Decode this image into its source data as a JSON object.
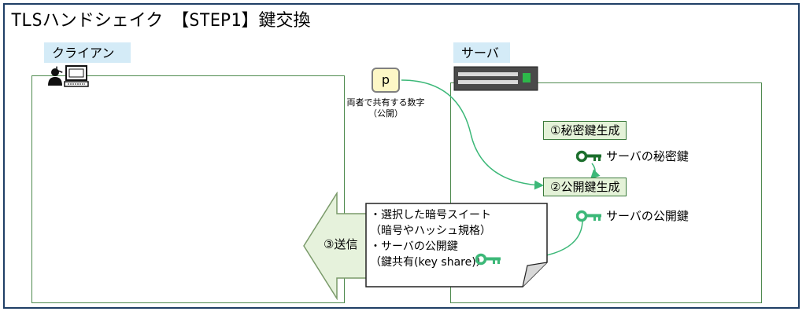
{
  "title": "TLSハンドシェイク　【STEP1】鍵交換",
  "client": {
    "label": "クライアント",
    "icon": "person-computer-icon"
  },
  "server": {
    "label": "サーバ",
    "icon": "server-icon"
  },
  "shared_number": {
    "symbol": "p",
    "caption_line1": "両者で共有する数字",
    "caption_line2": "（公開）"
  },
  "steps": {
    "step1": "①秘密鍵生成",
    "private_key": "サーバの秘密鍵",
    "step2": "②公開鍵生成",
    "public_key": "サーバの公開鍵",
    "step3": "③送信"
  },
  "message": {
    "line1": "・選択した暗号スイート",
    "line2": "（暗号やハッシュ規格）",
    "line3": "・サーバの公開鍵",
    "line4": "（鍵共有(key share)）"
  },
  "colors": {
    "frame": "#1f3f66",
    "label_bg": "#d4ebf7",
    "panel_border": "#4e8a4e",
    "step_bg": "#e4f2d8",
    "flow_arrow": "#3cb878",
    "private_key": "#1b6e2c",
    "public_key": "#3cb878",
    "send_arrow": "#e6f2dc"
  }
}
